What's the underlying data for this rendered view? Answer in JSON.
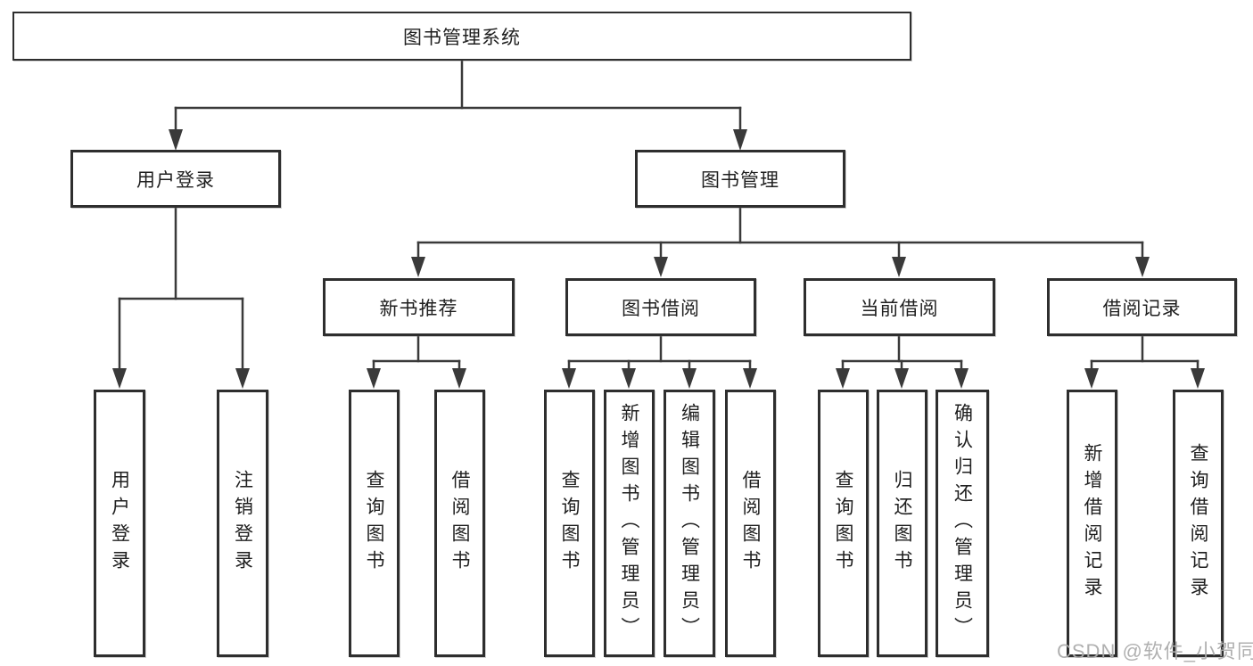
{
  "diagram": {
    "root": {
      "label": "图书管理系统"
    },
    "branches": [
      {
        "label": "用户登录",
        "children": [
          {
            "label": "用户登录"
          },
          {
            "label": "注销登录"
          }
        ]
      },
      {
        "label": "图书管理",
        "children": [
          {
            "label": "新书推荐",
            "children": [
              {
                "label": "查询图书"
              },
              {
                "label": "借阅图书"
              }
            ]
          },
          {
            "label": "图书借阅",
            "children": [
              {
                "label": "查询图书"
              },
              {
                "label": "新增图书（管理员）"
              },
              {
                "label": "编辑图书（管理员）"
              },
              {
                "label": "借阅图书"
              }
            ]
          },
          {
            "label": "当前借阅",
            "children": [
              {
                "label": "查询图书"
              },
              {
                "label": "归还图书"
              },
              {
                "label": "确认归还（管理员）"
              }
            ]
          },
          {
            "label": "借阅记录",
            "children": [
              {
                "label": "新增借阅记录"
              },
              {
                "label": "查询借阅记录"
              }
            ]
          }
        ]
      }
    ]
  },
  "watermark": "CSDN @软件_小贺同学",
  "colors": {
    "line": "#3a3a3a",
    "box_border": "#2e2e2e",
    "text": "#1f1f1f",
    "watermark": "#acacac",
    "background": "#ffffff"
  }
}
